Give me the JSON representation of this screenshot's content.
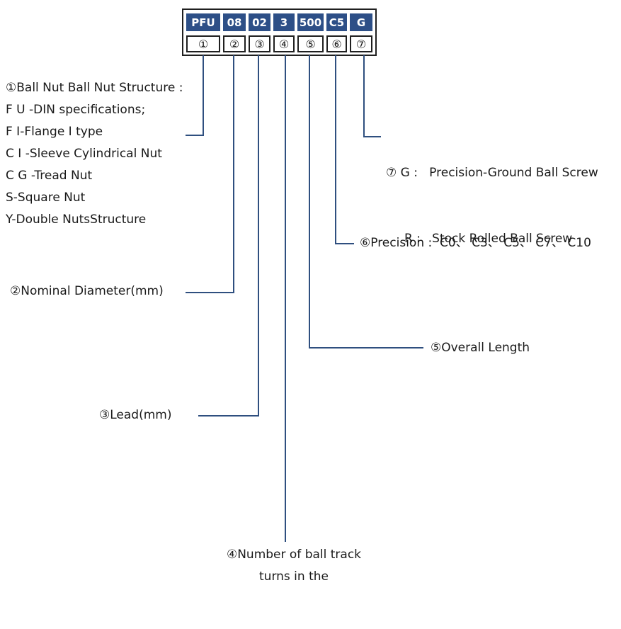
{
  "code_box": {
    "segments": [
      "PFU",
      "08",
      "02",
      "3",
      "500",
      "C5",
      "G"
    ],
    "markers": [
      "①",
      "②",
      "③",
      "④",
      "⑤",
      "⑥",
      "⑦"
    ]
  },
  "labels": {
    "l1": [
      "①Ball Nut Ball Nut Structure :",
      "F U -DIN specifications;",
      "F I-Flange I type",
      "C I -Sleeve Cylindrical Nut",
      "C G -Tread Nut",
      "S-Square Nut",
      "Y-Double NutsStructure"
    ],
    "l2": "②Nominal Diameter(mm)",
    "l3": "③Lead(mm)",
    "l4": [
      "④Number of ball track",
      "turns in the"
    ],
    "l5": "⑤Overall Length",
    "l6": "⑥Precision :  C0、 C3、 C5、 C7、 C10",
    "l7": [
      "⑦ G :   Precision-Ground Ball Screw",
      "R :   Stock Rolled Ball Screw"
    ]
  },
  "colors": {
    "code_fill": "#2d4f87",
    "line": "#2f4f7f"
  }
}
